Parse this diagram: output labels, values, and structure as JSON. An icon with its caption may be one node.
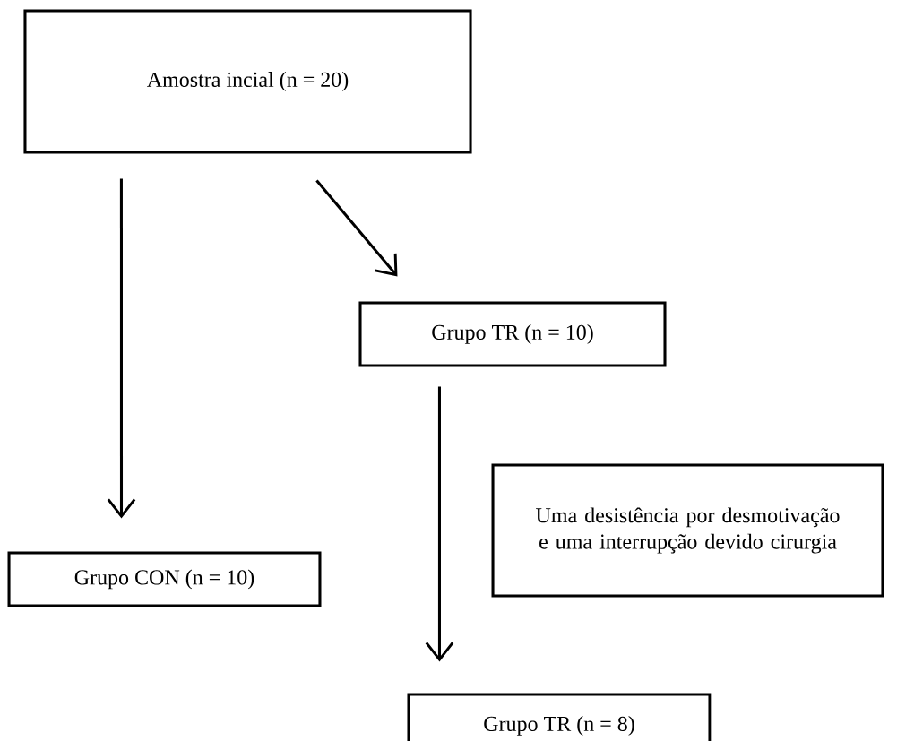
{
  "diagram": {
    "nodes": [
      {
        "text": [
          "Amostra incial (n = 20)"
        ]
      },
      {
        "text": [
          "Grupo TR (n = 10)"
        ]
      },
      {
        "text": [
          "Grupo CON (n = 10)"
        ]
      },
      {
        "text": [
          "Uma desistência por desmotivação e uma interrupção devido cirurgia"
        ]
      },
      {
        "text": [
          "Grupo TR (n = 8)"
        ]
      }
    ],
    "edges": [
      {
        "from": 0,
        "to": 2,
        "arrow": "to"
      },
      {
        "from": 0,
        "to": 1,
        "arrow": "to"
      },
      {
        "from": 1,
        "to": 4,
        "arrow": "to"
      }
    ]
  }
}
